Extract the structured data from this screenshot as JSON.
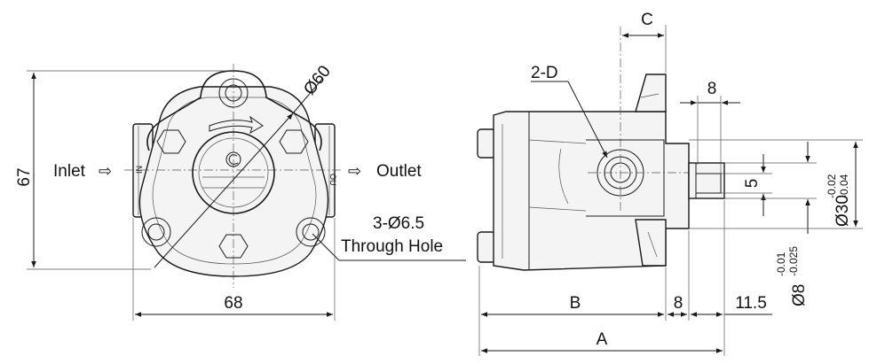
{
  "front_view": {
    "dim_height": "67",
    "dim_width": "68",
    "dim_diameter": "Ø60",
    "inlet_label": "Inlet",
    "outlet_label": "Outlet",
    "port_in_mark": "IN",
    "port_out_mark": "OU",
    "arrow_glyph": "⇨",
    "holes_callout_line1": "3-Ø6.5",
    "holes_callout_line2": "Through Hole"
  },
  "side_view": {
    "dim_c": "C",
    "dim_2d": "2-D",
    "dim_key_width": "8",
    "dim_key_depth": "5",
    "dim_b": "B",
    "dim_a": "A",
    "dim_flange": "8",
    "dim_shaft_len": "11.5",
    "dim_pilot_dia": "Ø30",
    "dim_pilot_tol_upper": "-0.02",
    "dim_pilot_tol_lower": "-0.04",
    "dim_shaft_dia": "Ø8",
    "dim_shaft_tol_upper": "-0.01",
    "dim_shaft_tol_lower": "-0.025"
  },
  "colors": {
    "line": "#1a1a1a",
    "fill": "#f4f4f4"
  }
}
